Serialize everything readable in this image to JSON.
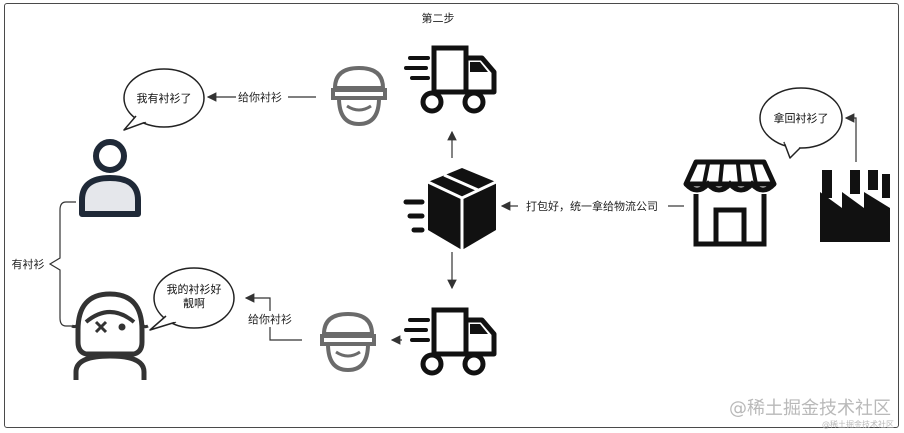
{
  "title": "第二步",
  "labels": {
    "give_top": "给你衬衫",
    "give_bottom": "给你衬衫",
    "pack": "打包好，统一拿给物流公司",
    "have": "有衬衫"
  },
  "bubbles": {
    "top_user": "我有衬衫了",
    "bottom_user_line1": "我的衬衫好",
    "bottom_user_line2": "靓啊",
    "shop": "拿回衬衫了"
  },
  "watermark": {
    "main": "@稀土掘金技术社区",
    "sub": "@稀土掘金技术社区"
  },
  "colors": {
    "line": "#333333",
    "icon_dark": "#111111",
    "navy": "#1f2937",
    "gray": "#6b6b6b"
  },
  "icons": [
    "delivery-truck-icon",
    "courier-person-icon",
    "package-box-icon",
    "storefront-icon",
    "factory-icon",
    "user-icon",
    "woman-icon"
  ]
}
